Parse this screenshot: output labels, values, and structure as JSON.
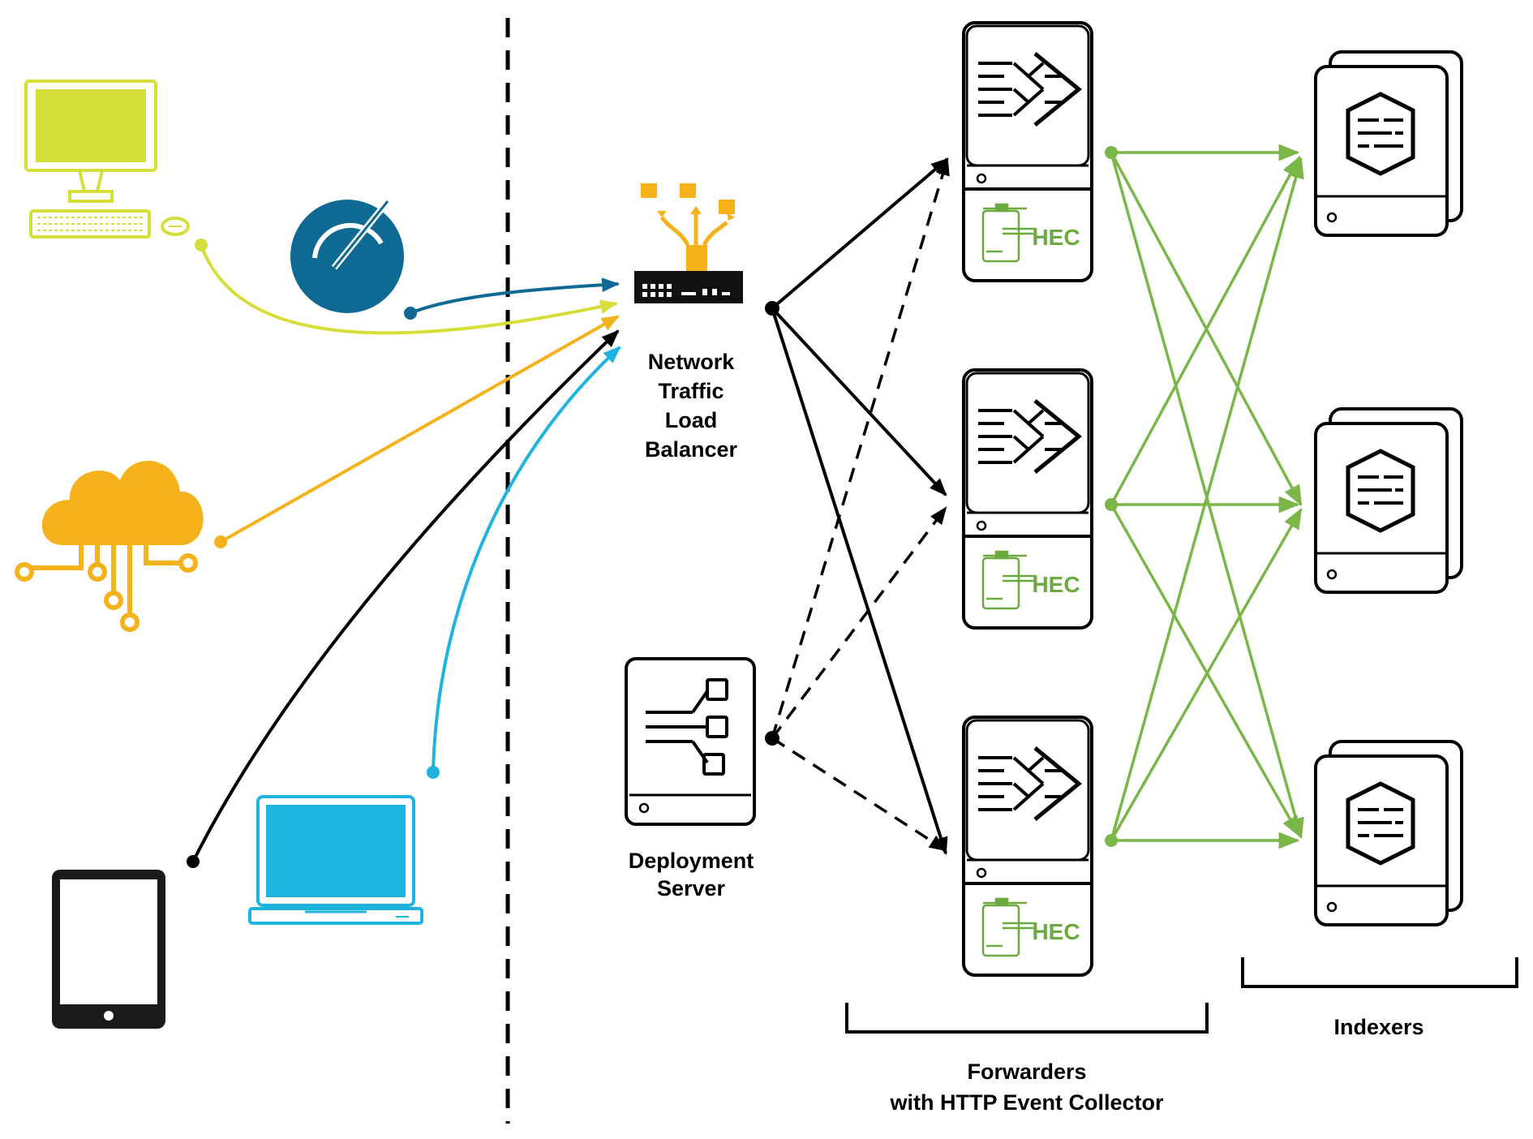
{
  "labels": {
    "load_balancer": [
      "Network",
      "Traffic",
      "Load",
      "Balancer"
    ],
    "deployment_server": [
      "Deployment",
      "Server"
    ],
    "forwarders": [
      "Forwarders",
      "with HTTP Event Collector"
    ],
    "indexers": [
      "Indexers"
    ],
    "hec": "HEC"
  },
  "colors": {
    "desktop": "#d6df3a",
    "gauge": "#0e6a93",
    "cloud": "#f6b21b",
    "tablet": "#000000",
    "laptop": "#1fb4e0",
    "black": "#000000",
    "hec_green": "#6aaa3f",
    "mesh_green": "#7ab648",
    "lb_gold": "#f6b21b"
  },
  "icons": {
    "desktop": "desktop-computer-icon",
    "gauge": "gauge-icon",
    "cloud": "cloud-network-icon",
    "tablet": "tablet-icon",
    "laptop": "laptop-icon",
    "load_balancer": "network-switch-icon",
    "deployment_server": "deployment-server-icon",
    "forwarder": "forwarder-server-icon",
    "indexer": "indexer-server-stack-icon"
  }
}
